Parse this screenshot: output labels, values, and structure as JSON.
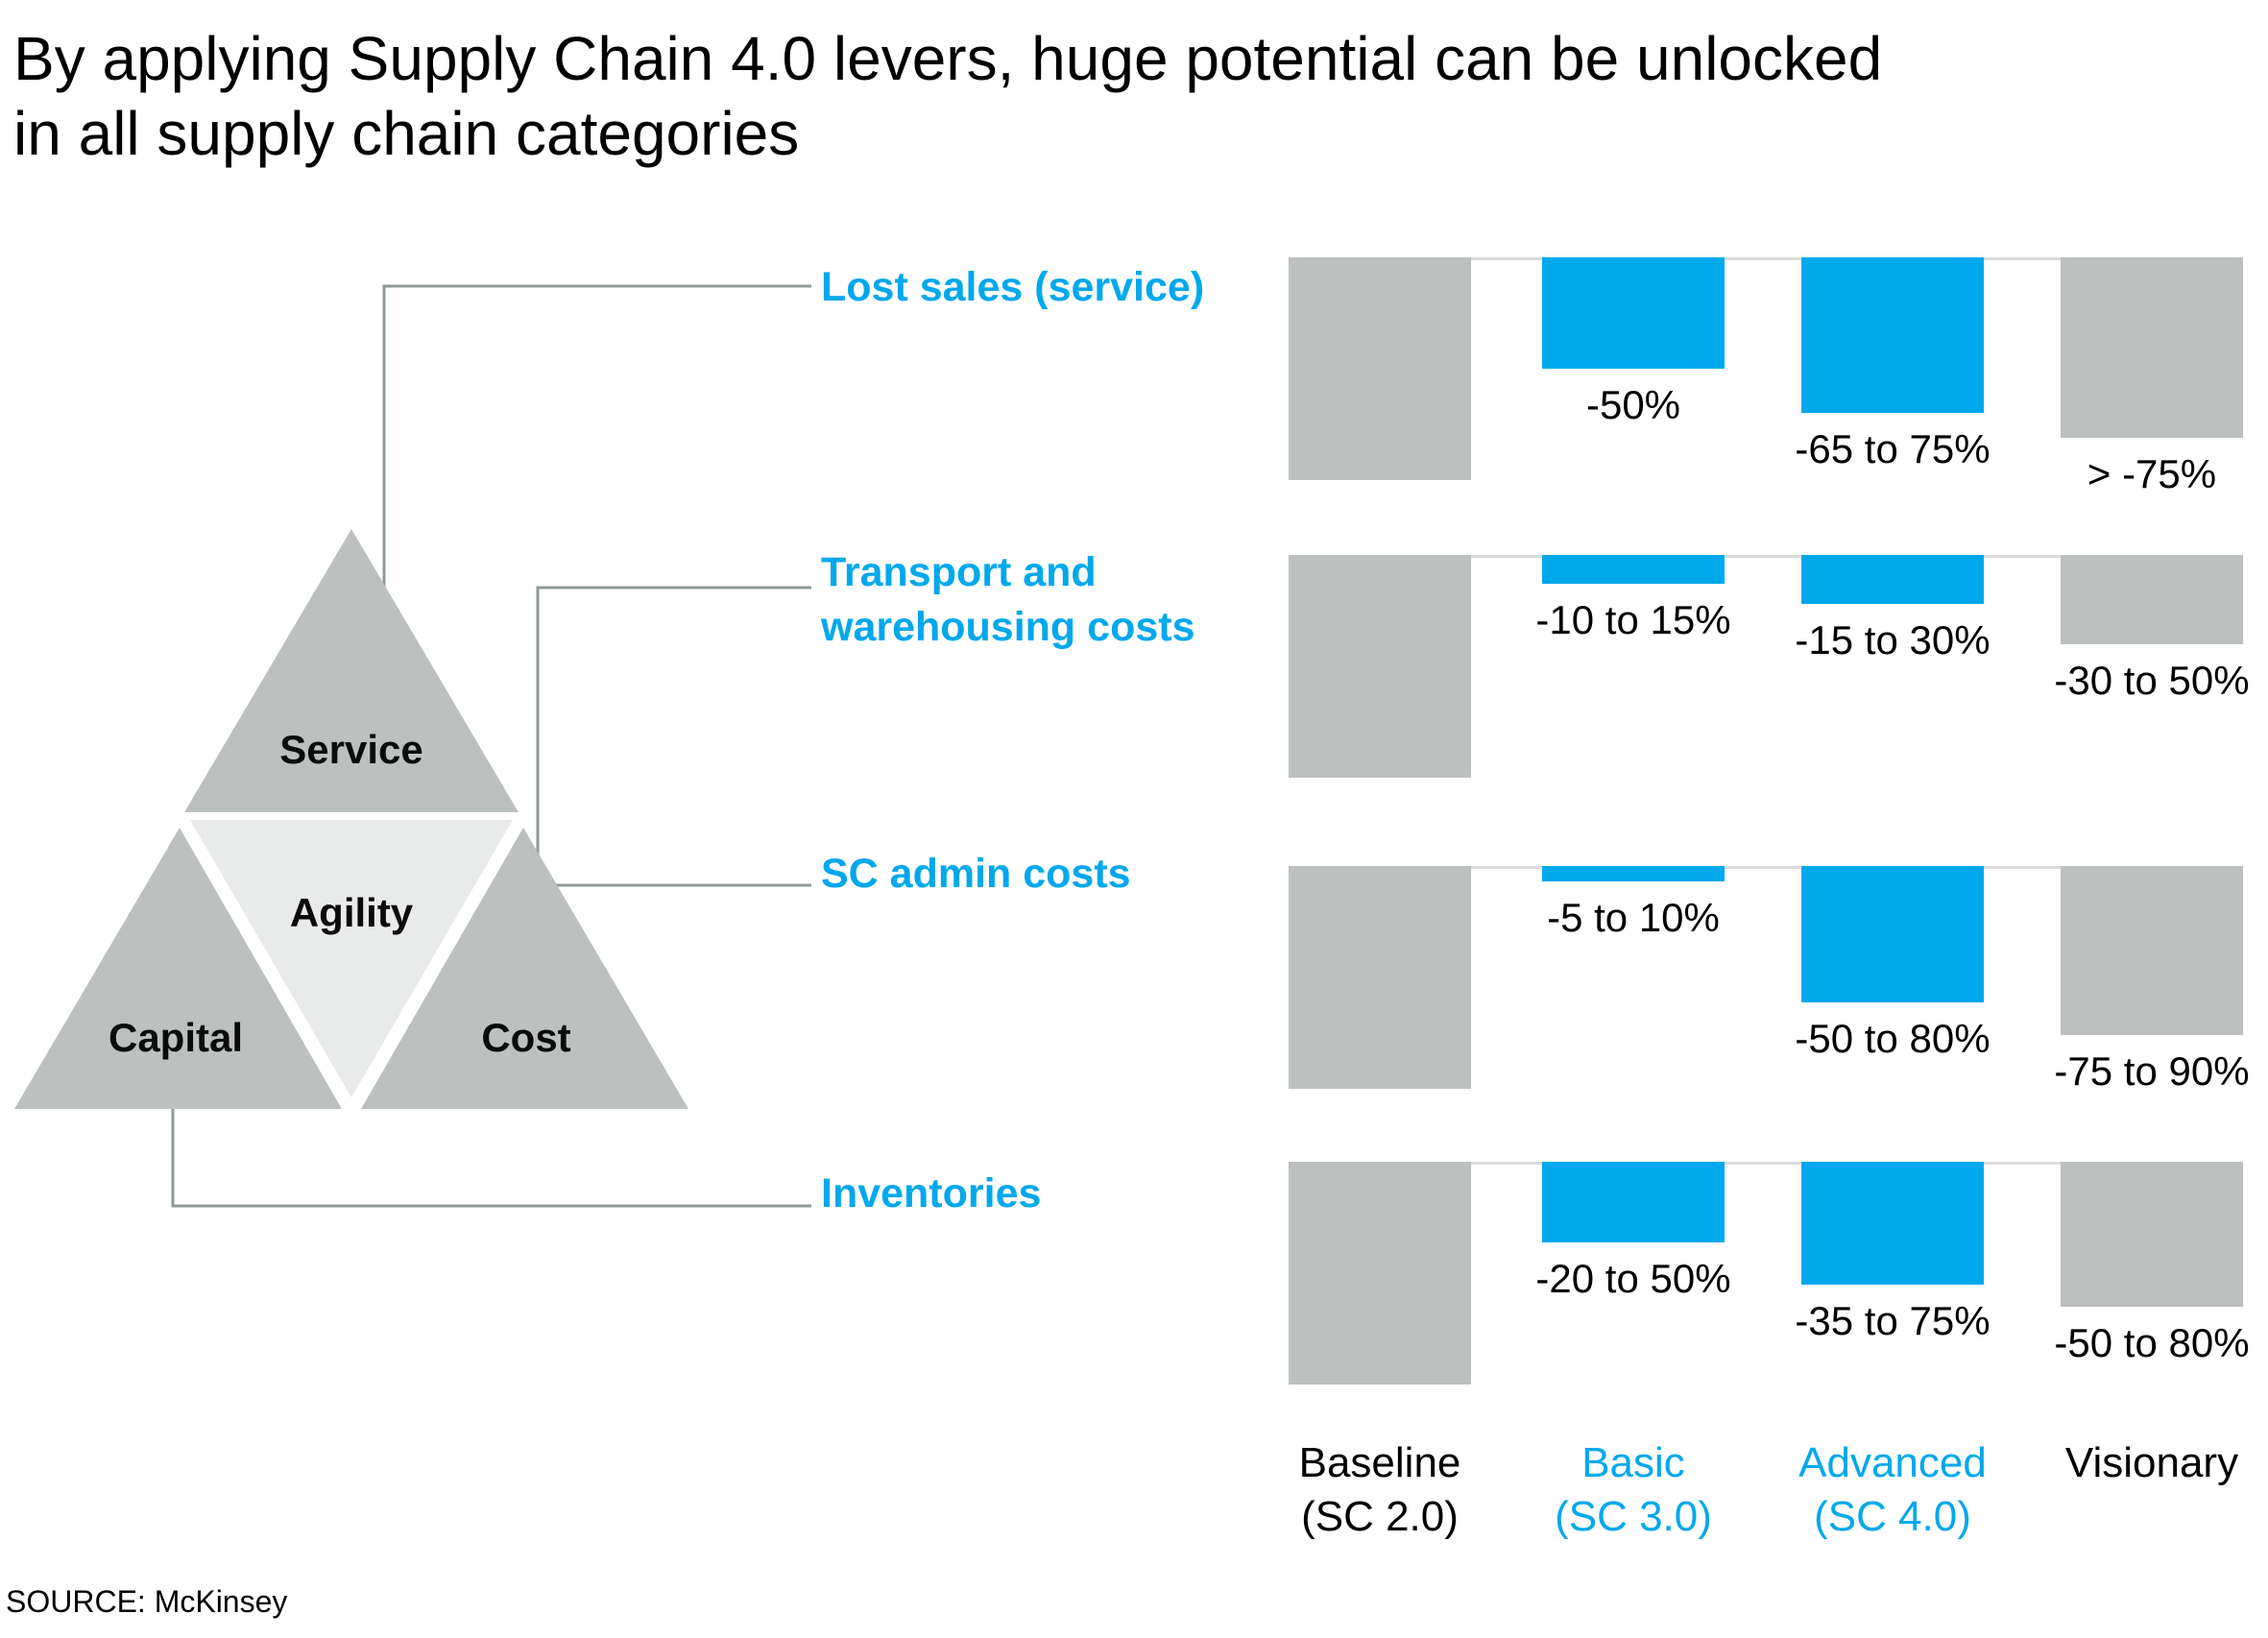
{
  "title": {
    "line1": "By applying Supply Chain 4.0 levers, huge potential can be unlocked",
    "line2": "in all supply chain categories"
  },
  "source": "SOURCE: McKinsey",
  "pyramid": {
    "labels": {
      "service": "Service",
      "agility": "Agility",
      "capital": "Capital",
      "cost": "Cost"
    }
  },
  "colors": {
    "accent_blue": "#00a8ec",
    "bar_gray": "#bcc1bf",
    "agility_gray": "#e9ebea",
    "connector_gray": "#8f9a98",
    "topline_gray": "#d9dcdb",
    "text_black": "#000000"
  },
  "chart_data": {
    "type": "bar",
    "orientation": "hanging-from-top-line",
    "value_meaning": "reduction potential vs Baseline (SC 2.0), bar height = percent of baseline bar",
    "baseline_height_pct": 100,
    "columns": [
      {
        "id": "baseline",
        "line1": "Baseline",
        "line2": "(SC 2.0)",
        "accent": false
      },
      {
        "id": "basic",
        "line1": "Basic",
        "line2": "(SC 3.0)",
        "accent": true
      },
      {
        "id": "advanced",
        "line1": "Advanced",
        "line2": "(SC 4.0)",
        "accent": true
      },
      {
        "id": "visionary",
        "line1": "Visionary",
        "line2": "",
        "accent": false
      }
    ],
    "rows": [
      {
        "category": "Lost sales (service)",
        "linked_triangle_section": "Service",
        "bars": [
          {
            "column": "baseline",
            "pct": 100,
            "label": "",
            "style": "gray"
          },
          {
            "column": "basic",
            "pct": 50,
            "label": "-50%",
            "style": "blue"
          },
          {
            "column": "advanced",
            "pct": 70,
            "label": "-65 to 75%",
            "style": "blue"
          },
          {
            "column": "visionary",
            "pct": 81,
            "label": "> -75%",
            "style": "gray"
          }
        ]
      },
      {
        "category": "Transport and warehousing costs",
        "linked_triangle_section": "Cost",
        "bars": [
          {
            "column": "baseline",
            "pct": 100,
            "label": "",
            "style": "gray"
          },
          {
            "column": "basic",
            "pct": 13,
            "label": "-10 to 15%",
            "style": "blue"
          },
          {
            "column": "advanced",
            "pct": 22,
            "label": "-15 to 30%",
            "style": "blue"
          },
          {
            "column": "visionary",
            "pct": 40,
            "label": "-30 to 50%",
            "style": "gray"
          }
        ]
      },
      {
        "category": "SC admin costs",
        "linked_triangle_section": "Cost",
        "bars": [
          {
            "column": "baseline",
            "pct": 100,
            "label": "",
            "style": "gray"
          },
          {
            "column": "basic",
            "pct": 7,
            "label": "-5 to 10%",
            "style": "blue"
          },
          {
            "column": "advanced",
            "pct": 61,
            "label": "-50 to 80%",
            "style": "blue"
          },
          {
            "column": "visionary",
            "pct": 76,
            "label": "-75 to 90%",
            "style": "gray"
          }
        ]
      },
      {
        "category": "Inventories",
        "linked_triangle_section": "Capital",
        "bars": [
          {
            "column": "baseline",
            "pct": 100,
            "label": "",
            "style": "gray"
          },
          {
            "column": "basic",
            "pct": 36,
            "label": "-20 to 50%",
            "style": "blue"
          },
          {
            "column": "advanced",
            "pct": 55,
            "label": "-35 to 75%",
            "style": "blue"
          },
          {
            "column": "visionary",
            "pct": 65,
            "label": "-50 to 80%",
            "style": "gray"
          }
        ]
      }
    ]
  }
}
